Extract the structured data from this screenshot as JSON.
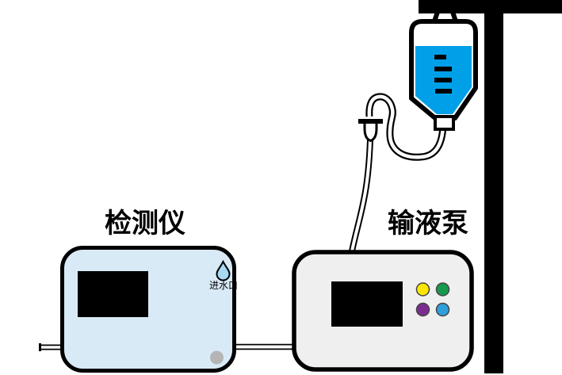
{
  "labels": {
    "detector": "检测仪",
    "pump": "输液泵",
    "water_inlet": "进水口"
  },
  "colors": {
    "outline": "#000000",
    "bag_liquid": "#00A0E9",
    "detector_body": "#D9EAF7",
    "pump_body": "#EFEFEF",
    "drop_fill": "#A8D9F2",
    "indicator_gray": "#B5B5B5",
    "button_yellow": "#FFE600",
    "button_green": "#17994E",
    "button_purple": "#7C2C90",
    "button_blue": "#2E9FD9"
  },
  "iv_bag": {
    "scale_tick_count": 4
  },
  "icons": {
    "water_drop": "water-drop-icon",
    "iv_bag": "iv-bag-icon",
    "drip_chamber": "drip-chamber-icon"
  }
}
